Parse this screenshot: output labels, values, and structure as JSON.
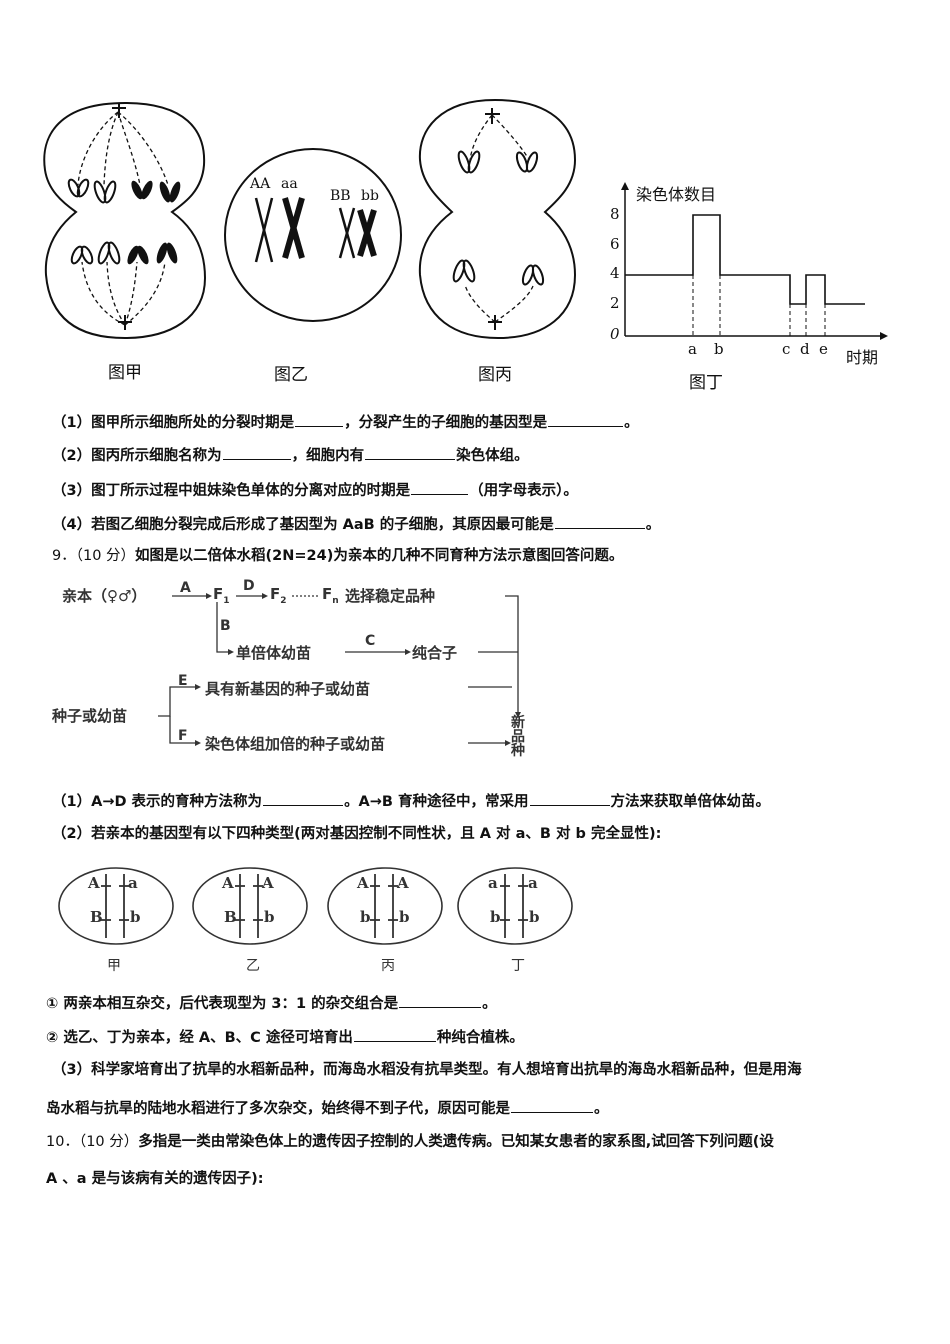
{
  "figures_top": {
    "jia_label": "图甲",
    "yi_label": "图乙",
    "bing_label": "图丙",
    "ding_label": "图丁",
    "yi_genes": [
      "AA",
      "aa",
      "BB",
      "bb"
    ],
    "ding_chart": {
      "ylabel": "染色体数目",
      "xlabel": "时期",
      "yticks": [
        "8",
        "6",
        "4",
        "2",
        "0"
      ],
      "xticks": [
        "a",
        "b",
        "c",
        "d",
        "e"
      ]
    }
  },
  "q8": [
    {
      "num": "（1）",
      "parts": [
        "图甲所示细胞所处的分裂时期是",
        "，分裂产生的子细胞的基因型是",
        "。"
      ]
    },
    {
      "num": "（2）",
      "parts": [
        "图丙所示细胞名称为",
        "，细胞内有",
        "染色体组。"
      ]
    },
    {
      "num": "（3）",
      "parts": [
        "图丁所示过程中姐妹染色单体的分离对应的时期是",
        "（用字母表示）。"
      ]
    },
    {
      "num": "（4）",
      "parts": [
        "若图乙细胞分裂完成后形成了基因型为 AaB 的子细胞，其原因最可能是",
        "。"
      ]
    }
  ],
  "q9": {
    "header_num": "9．",
    "header_score": "（10 分）",
    "header_text": "如图是以二倍体水稻(2N=24)为亲本的几种不同育种方法示意图回答问题。",
    "flow": {
      "parent": "亲本（♀♂）",
      "A": "A",
      "F1": "F",
      "F1_sub": "1",
      "D": "D",
      "F2": "F",
      "F2_sub": "2",
      "dots": "……",
      "Fn": "F",
      "Fn_sub": "n",
      "select": "选择稳定品种",
      "B": "B",
      "haploid": "单倍体幼苗",
      "C": "C",
      "pure": "纯合子",
      "seed": "种子或幼苗",
      "E": "E",
      "newgene": "具有新基因的种子或幼苗",
      "F": "F",
      "doubled": "染色体组加倍的种子或幼苗",
      "newvariety": [
        "新",
        "品",
        "种"
      ]
    },
    "sub1": {
      "num": "（1）",
      "parts": [
        "A→D 表示的育种方法称为",
        "。A→B 育种途径中，常采用",
        "方法来获取单倍体幼苗。"
      ]
    },
    "sub2": {
      "num": "（2）",
      "text": "若亲本的基因型有以下四种类型(两对基因控制不同性状，且 A 对 a、B 对 b 完全显性):"
    },
    "cells": [
      {
        "label": "甲",
        "top": [
          "A",
          "a"
        ],
        "bottom": [
          "B",
          "b"
        ]
      },
      {
        "label": "乙",
        "top": [
          "A",
          "A"
        ],
        "bottom": [
          "B",
          "b"
        ]
      },
      {
        "label": "丙",
        "top": [
          "A",
          "A"
        ],
        "bottom": [
          "b",
          "b"
        ]
      },
      {
        "label": "丁",
        "top": [
          "a",
          "a"
        ],
        "bottom": [
          "b",
          "b"
        ]
      }
    ],
    "c1": {
      "parts": [
        "① 两亲本相互杂交，后代表现型为 3：1 的杂交组合是",
        "。"
      ]
    },
    "c2": {
      "parts": [
        "② 选乙、丁为亲本，经 A、B、C 途径可培育出",
        "种纯合植株。"
      ]
    },
    "sub3_line1": "（3）科学家培育出了抗旱的水稻新品种，而海岛水稻没有抗旱类型。有人想培育出抗旱的海岛水稻新品种，但是用海",
    "sub3_line2": [
      "岛水稻与抗旱的陆地水稻进行了多次杂交，始终得不到子代，原因可能是",
      "。"
    ]
  },
  "q10": {
    "num": "10．",
    "score": "（10 分）",
    "line1": "多指是一类由常染色体上的遗传因子控制的人类遗传病。已知某女患者的家系图,试回答下列问题(设",
    "line2": "A 、a 是与该病有关的遗传因子):"
  }
}
